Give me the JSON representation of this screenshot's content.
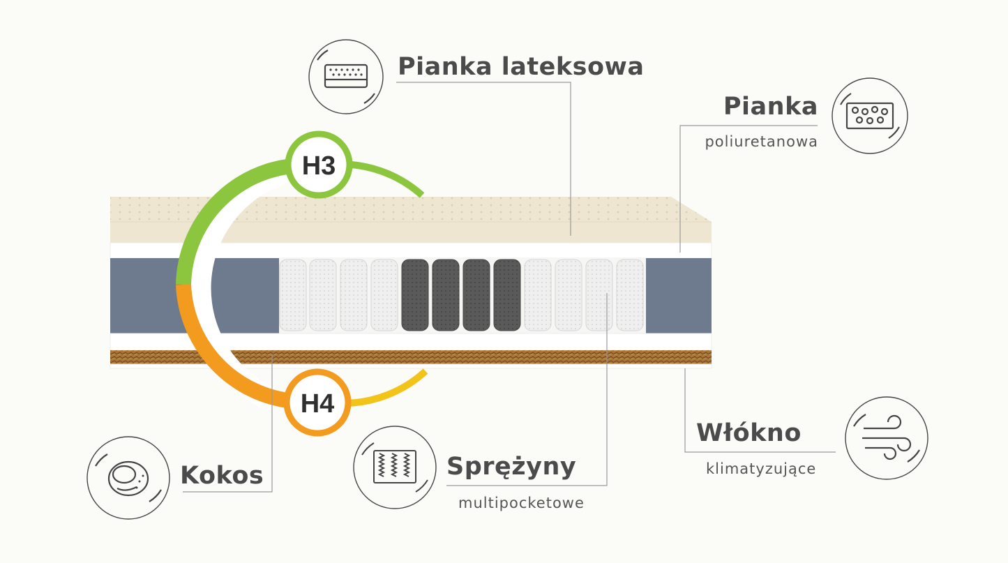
{
  "labels": {
    "latex": {
      "title": "Pianka lateksowa",
      "icon": "latex-mattress-icon"
    },
    "pu": {
      "title": "Pianka",
      "subtitle": "poliuretanowa",
      "icon": "foam-bubbles-icon"
    },
    "fiber": {
      "title": "Włókno",
      "subtitle": "klimatyzujące",
      "icon": "air-flow-icon"
    },
    "springs": {
      "title": "Sprężyny",
      "subtitle": "multipocketowe",
      "icon": "pocket-springs-icon"
    },
    "coco": {
      "title": "Kokos",
      "icon": "coconut-icon"
    }
  },
  "firmness": {
    "top": "H3",
    "bottom": "H4"
  },
  "colors": {
    "latex": "#efe6d2",
    "foam_blue": "#6e7a8e",
    "coconut": "#9a6a36",
    "ring_green": "#8cc63f",
    "ring_orange": "#f29b1e",
    "ring_yellow": "#f2c318",
    "line": "#9a9a9a",
    "icon_stroke": "#444444"
  }
}
